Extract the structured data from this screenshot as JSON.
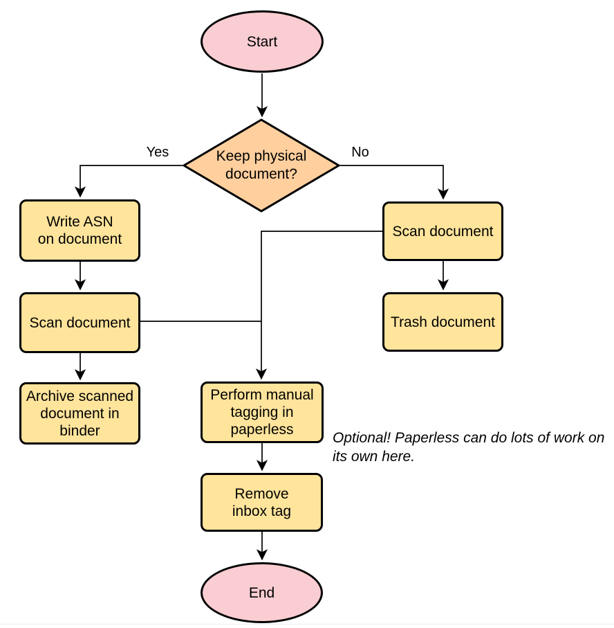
{
  "colors": {
    "terminator_fill": "#f9cdd2",
    "decision_fill": "#ffcf9e",
    "process_fill": "#ffe49c",
    "stroke": "#000000",
    "rule": "#e9edf1"
  },
  "nodes": {
    "start": {
      "label": "Start",
      "type": "terminator"
    },
    "decision": {
      "label": [
        "Keep physical",
        "document?"
      ],
      "type": "decision"
    },
    "write_asn": {
      "label": [
        "Write ASN",
        "on document"
      ],
      "type": "process"
    },
    "scan_left": {
      "label": "Scan document",
      "type": "process"
    },
    "archive": {
      "label": [
        "Archive scanned",
        "document in",
        "binder"
      ],
      "type": "process"
    },
    "scan_right": {
      "label": "Scan document",
      "type": "process"
    },
    "trash": {
      "label": "Trash document",
      "type": "process"
    },
    "tagging": {
      "label": [
        "Perform manual",
        "tagging in",
        "paperless"
      ],
      "type": "process"
    },
    "remove_inbox": {
      "label": [
        "Remove",
        "inbox tag"
      ],
      "type": "process"
    },
    "end": {
      "label": "End",
      "type": "terminator"
    }
  },
  "edge_labels": {
    "yes": "Yes",
    "no": "No"
  },
  "annotation": {
    "text": [
      "Optional! Paperless can do lots of work on",
      "its own here."
    ]
  }
}
